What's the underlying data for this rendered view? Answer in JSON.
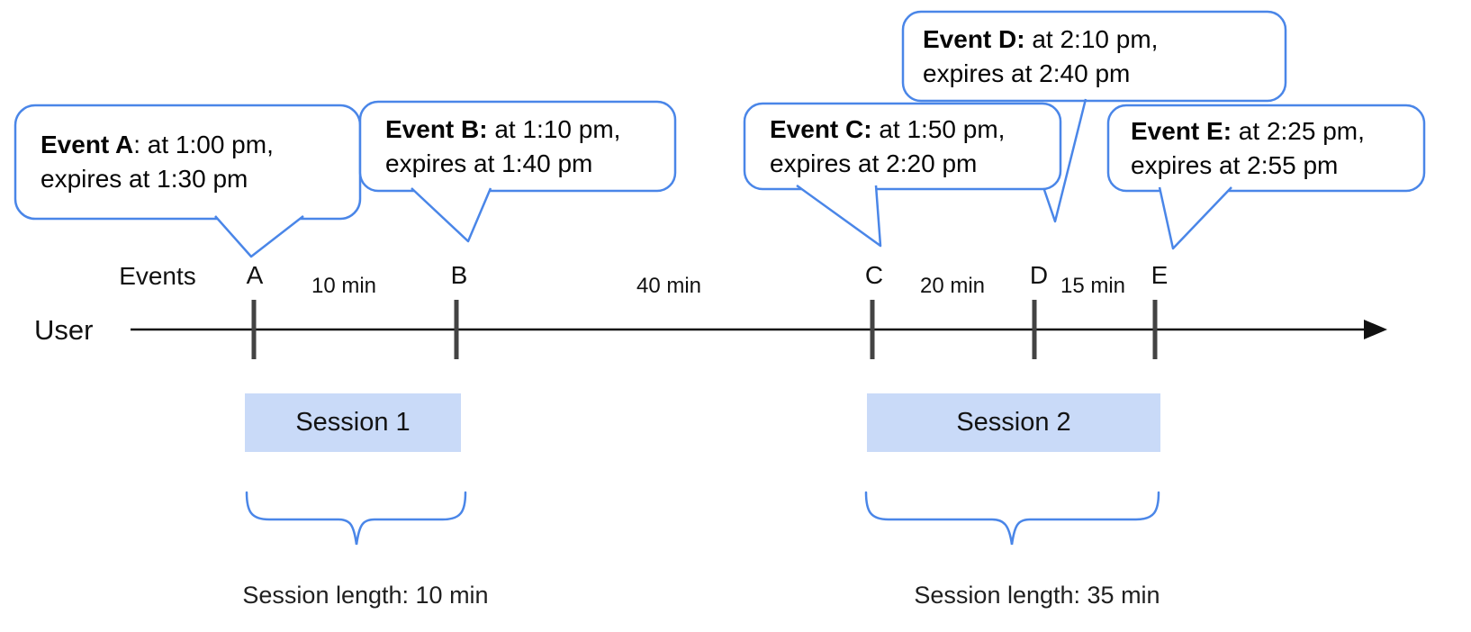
{
  "colors": {
    "accent_blue": "#4a86e8",
    "session_fill": "#c9daf8",
    "tick_gray": "#434343",
    "axis_black": "#111111",
    "text_black": "#060606"
  },
  "axis": {
    "events_label": "Events",
    "user_label": "User"
  },
  "event_bubbles": [
    {
      "event": "A",
      "bold": "Event A",
      "rest": ": at 1:00 pm,",
      "line2": "expires at 1:30 pm"
    },
    {
      "event": "B",
      "bold": "Event B:",
      "rest": " at 1:10 pm,",
      "line2": "expires at 1:40 pm"
    },
    {
      "event": "C",
      "bold": "Event C:",
      "rest": " at 1:50 pm,",
      "line2": "expires at 2:20 pm"
    },
    {
      "event": "D",
      "bold": "Event D:",
      "rest": " at 2:10 pm,",
      "line2": "expires at 2:40 pm"
    },
    {
      "event": "E",
      "bold": "Event E:",
      "rest": " at 2:25 pm,",
      "line2": "expires at 2:55 pm"
    }
  ],
  "tick_labels": [
    "A",
    "B",
    "C",
    "D",
    "E"
  ],
  "gap_labels": [
    "10 min",
    "40 min",
    "20 min",
    "15 min"
  ],
  "sessions": [
    {
      "name": "Session 1",
      "length": "Session length: 10 min"
    },
    {
      "name": "Session 2",
      "length": "Session length: 35 min"
    }
  ]
}
